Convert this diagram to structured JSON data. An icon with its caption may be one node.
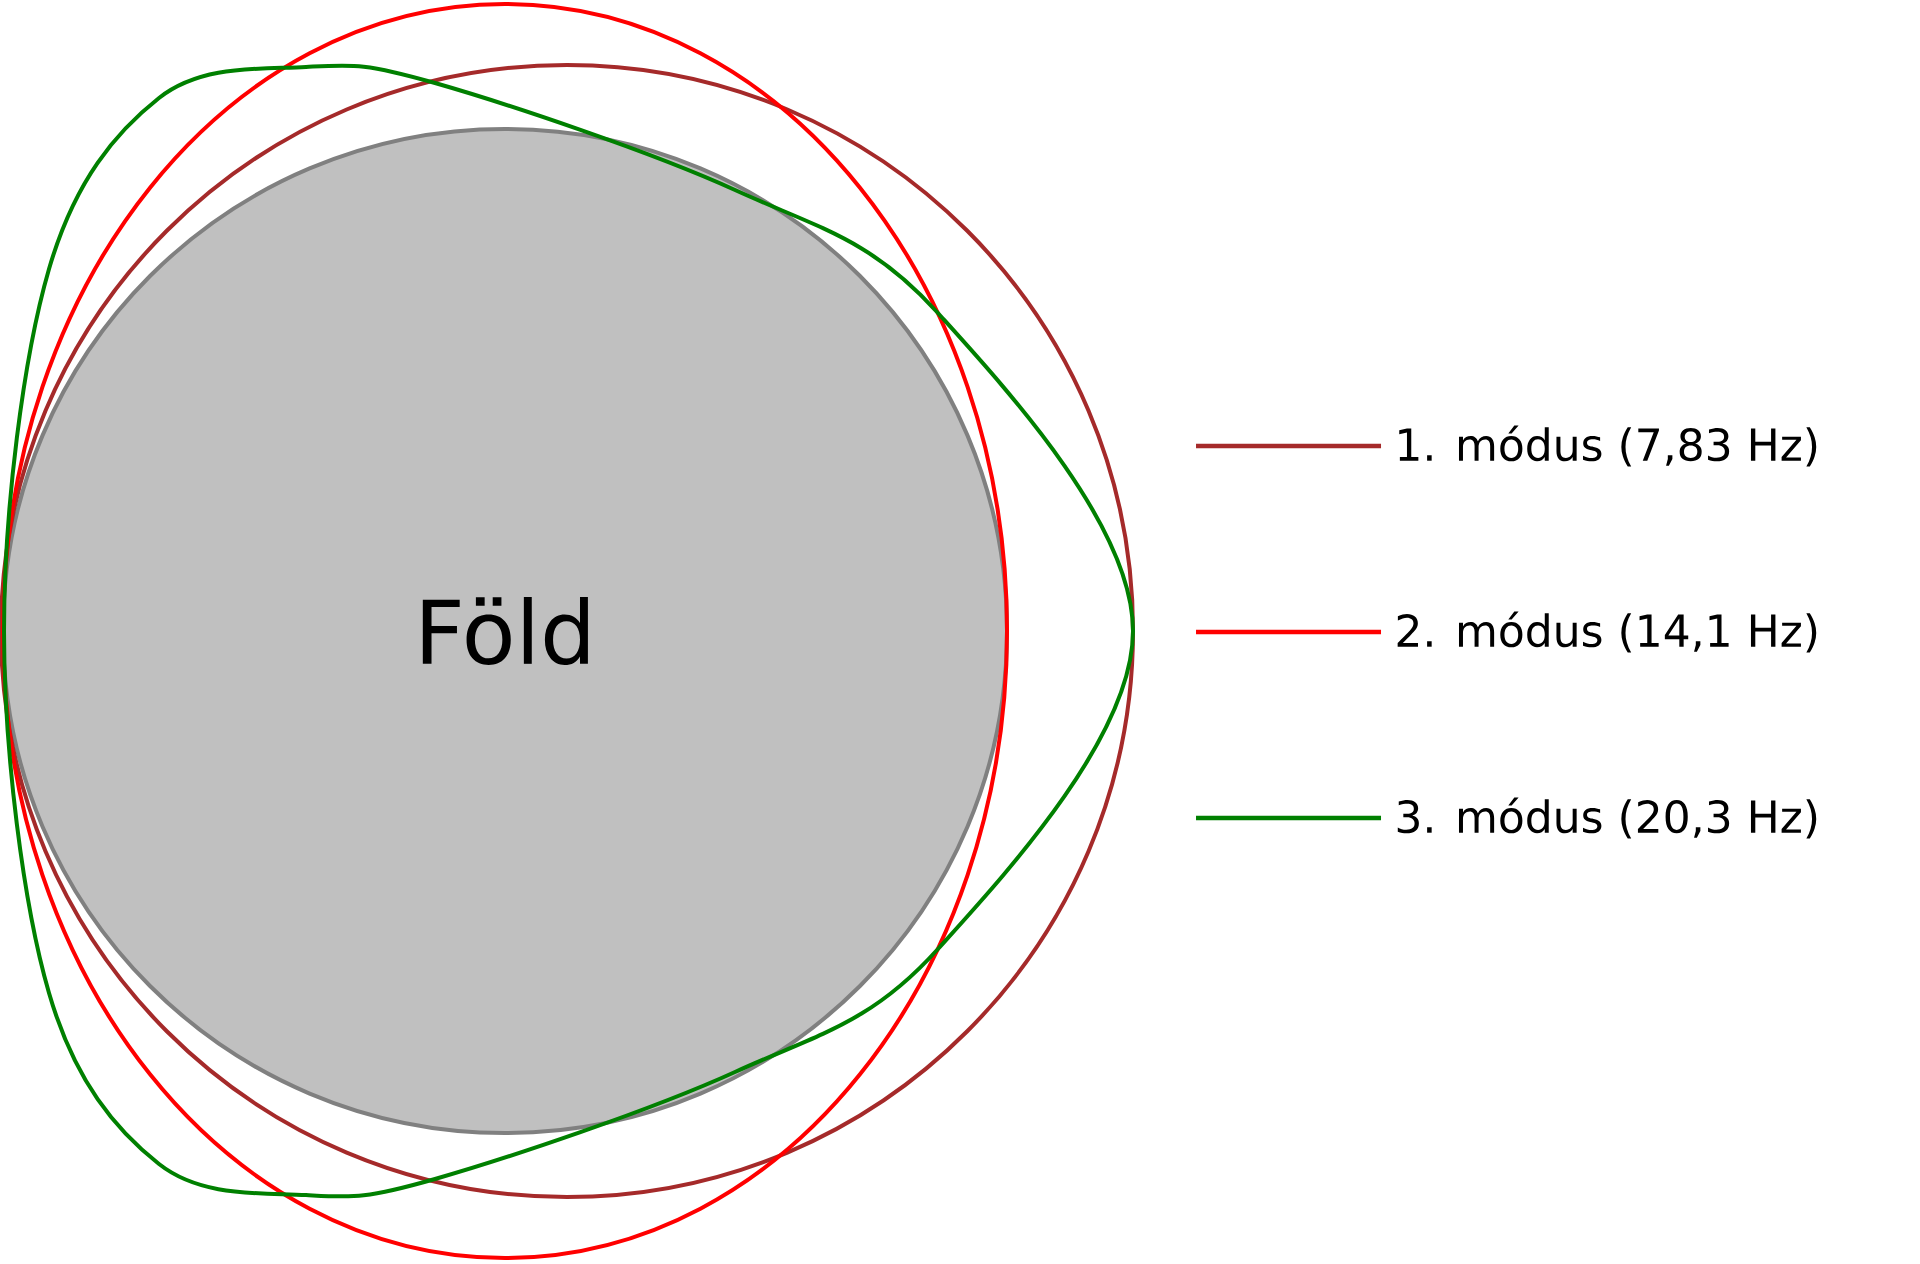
{
  "diagram": {
    "nodes": [
      {
        "text": [
          "Föld"
        ]
      }
    ],
    "legend": [
      {
        "text": "1. módus (7,83 Hz)"
      },
      {
        "text": "2. módus (14,1 Hz)"
      },
      {
        "text": "3. módus (20,3 Hz)"
      }
    ]
  }
}
